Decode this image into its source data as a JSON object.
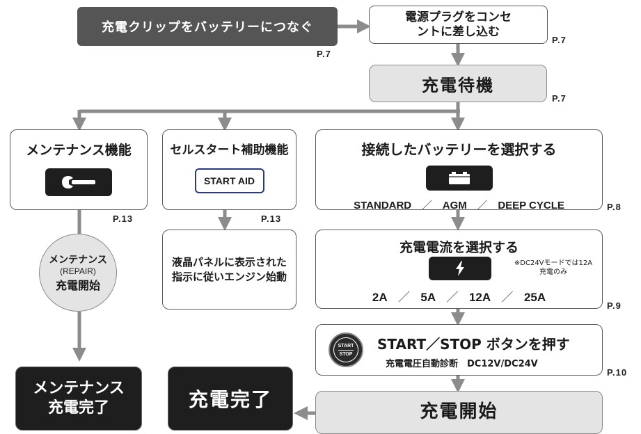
{
  "steps": {
    "clip": "充電クリップをバッテリーにつなぐ",
    "plug": "電源プラグをコンセントに差し込む",
    "standby": "充電待機",
    "maintenance": "メンテナンス機能",
    "cellstart": "セルスタート補助機能",
    "select_battery": "接続したバッテリーを選択する",
    "select_current": "充電電流を選択する",
    "startstop_title": "START／STOP ボタンを押す",
    "startstop_sub": "充電電圧自動診断　DC12V/DC24V",
    "charging_start": "充電開始",
    "charge_complete": "充電完了",
    "maint_complete": "メンテナンス充電完了",
    "engine_start": "液晶パネルに表示された指示に従いエンジン始動"
  },
  "maint_circle": {
    "line1": "メンテナンス",
    "line2": "(REPAIR)",
    "line3": "充電開始"
  },
  "start_aid_label": "START AID",
  "battery_types": [
    "STANDARD",
    "AGM",
    "DEEP CYCLE"
  ],
  "currents": [
    "2A",
    "5A",
    "12A",
    "25A"
  ],
  "current_note": "※DC24Vモードでは12A充電のみ",
  "start_button": {
    "top": "START",
    "bottom": "STOP"
  },
  "separator": "／",
  "page_refs": {
    "clip": "P.7",
    "plug": "P.7",
    "standby": "P.7",
    "maintenance": "P.13",
    "cellstart": "P.13",
    "select_battery": "P.8",
    "select_current": "P.9",
    "startstop": "P.10"
  },
  "icons": {
    "maintenance": "wrench-icon",
    "battery": "battery-icon",
    "current": "lightning-icon",
    "start_stop": "start-stop-button-icon"
  },
  "colors": {
    "connector": "#8c8c8c",
    "dark_box": "#1e1e1e",
    "clip_box": "#555555",
    "grey_box": "#e4e4e4",
    "start_aid_border": "#2a3a7a"
  }
}
